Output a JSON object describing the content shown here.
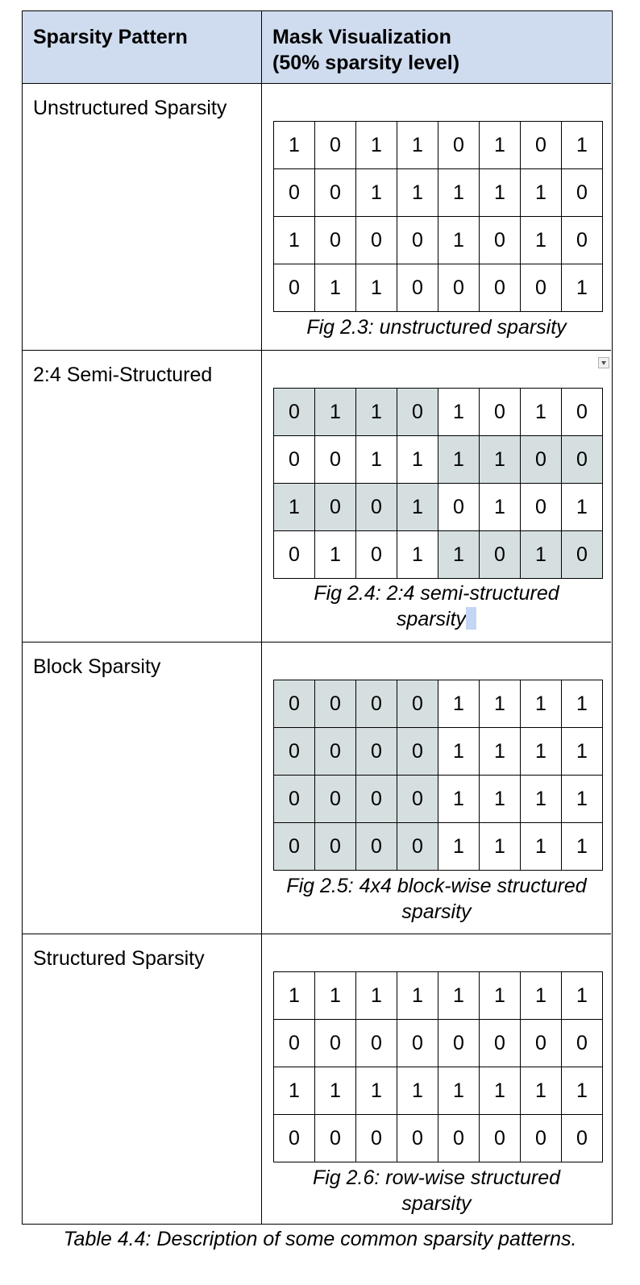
{
  "header": {
    "col1": "Sparsity Pattern",
    "col2_line1": "Mask Visualization",
    "col2_line2": "(50% sparsity level)"
  },
  "rows": [
    {
      "pattern": "Unstructured Sparsity",
      "mask": [
        [
          1,
          0,
          1,
          1,
          0,
          1,
          0,
          1
        ],
        [
          0,
          0,
          1,
          1,
          1,
          1,
          1,
          0
        ],
        [
          1,
          0,
          0,
          0,
          1,
          0,
          1,
          0
        ],
        [
          0,
          1,
          1,
          0,
          0,
          0,
          0,
          1
        ]
      ],
      "shaded": [],
      "caption_line1": "Fig 2.3: unstructured sparsity",
      "caption_line2": ""
    },
    {
      "pattern": "2:4 Semi-Structured",
      "mask": [
        [
          0,
          1,
          1,
          0,
          1,
          0,
          1,
          0
        ],
        [
          0,
          0,
          1,
          1,
          1,
          1,
          0,
          0
        ],
        [
          1,
          0,
          0,
          1,
          0,
          1,
          0,
          1
        ],
        [
          0,
          1,
          0,
          1,
          1,
          0,
          1,
          0
        ]
      ],
      "shaded": [
        [
          0,
          0
        ],
        [
          0,
          1
        ],
        [
          0,
          2
        ],
        [
          0,
          3
        ],
        [
          1,
          4
        ],
        [
          1,
          5
        ],
        [
          1,
          6
        ],
        [
          1,
          7
        ],
        [
          2,
          0
        ],
        [
          2,
          1
        ],
        [
          2,
          2
        ],
        [
          2,
          3
        ],
        [
          3,
          4
        ],
        [
          3,
          5
        ],
        [
          3,
          6
        ],
        [
          3,
          7
        ]
      ],
      "caption_line1": "Fig 2.4: 2:4 semi-structured",
      "caption_line2": "sparsity"
    },
    {
      "pattern": "Block Sparsity",
      "mask": [
        [
          0,
          0,
          0,
          0,
          1,
          1,
          1,
          1
        ],
        [
          0,
          0,
          0,
          0,
          1,
          1,
          1,
          1
        ],
        [
          0,
          0,
          0,
          0,
          1,
          1,
          1,
          1
        ],
        [
          0,
          0,
          0,
          0,
          1,
          1,
          1,
          1
        ]
      ],
      "shaded": [
        [
          0,
          0
        ],
        [
          0,
          1
        ],
        [
          0,
          2
        ],
        [
          0,
          3
        ],
        [
          1,
          0
        ],
        [
          1,
          1
        ],
        [
          1,
          2
        ],
        [
          1,
          3
        ],
        [
          2,
          0
        ],
        [
          2,
          1
        ],
        [
          2,
          2
        ],
        [
          2,
          3
        ],
        [
          3,
          0
        ],
        [
          3,
          1
        ],
        [
          3,
          2
        ],
        [
          3,
          3
        ]
      ],
      "caption_line1": "Fig 2.5: 4x4 block-wise structured",
      "caption_line2": "sparsity"
    },
    {
      "pattern": "Structured Sparsity",
      "mask": [
        [
          1,
          1,
          1,
          1,
          1,
          1,
          1,
          1
        ],
        [
          0,
          0,
          0,
          0,
          0,
          0,
          0,
          0
        ],
        [
          1,
          1,
          1,
          1,
          1,
          1,
          1,
          1
        ],
        [
          0,
          0,
          0,
          0,
          0,
          0,
          0,
          0
        ]
      ],
      "shaded": [],
      "caption_line1": "Fig 2.6: row-wise structured",
      "caption_line2": "sparsity"
    }
  ],
  "table_caption": "Table 4.4: Description of some common sparsity patterns.",
  "colors": {
    "header_bg": "#cfdcef",
    "shaded_cell": "#d6dfe0",
    "text_highlight": "#c5d5f6"
  },
  "icons": {
    "table_marker": "dropdown-arrow-icon"
  }
}
